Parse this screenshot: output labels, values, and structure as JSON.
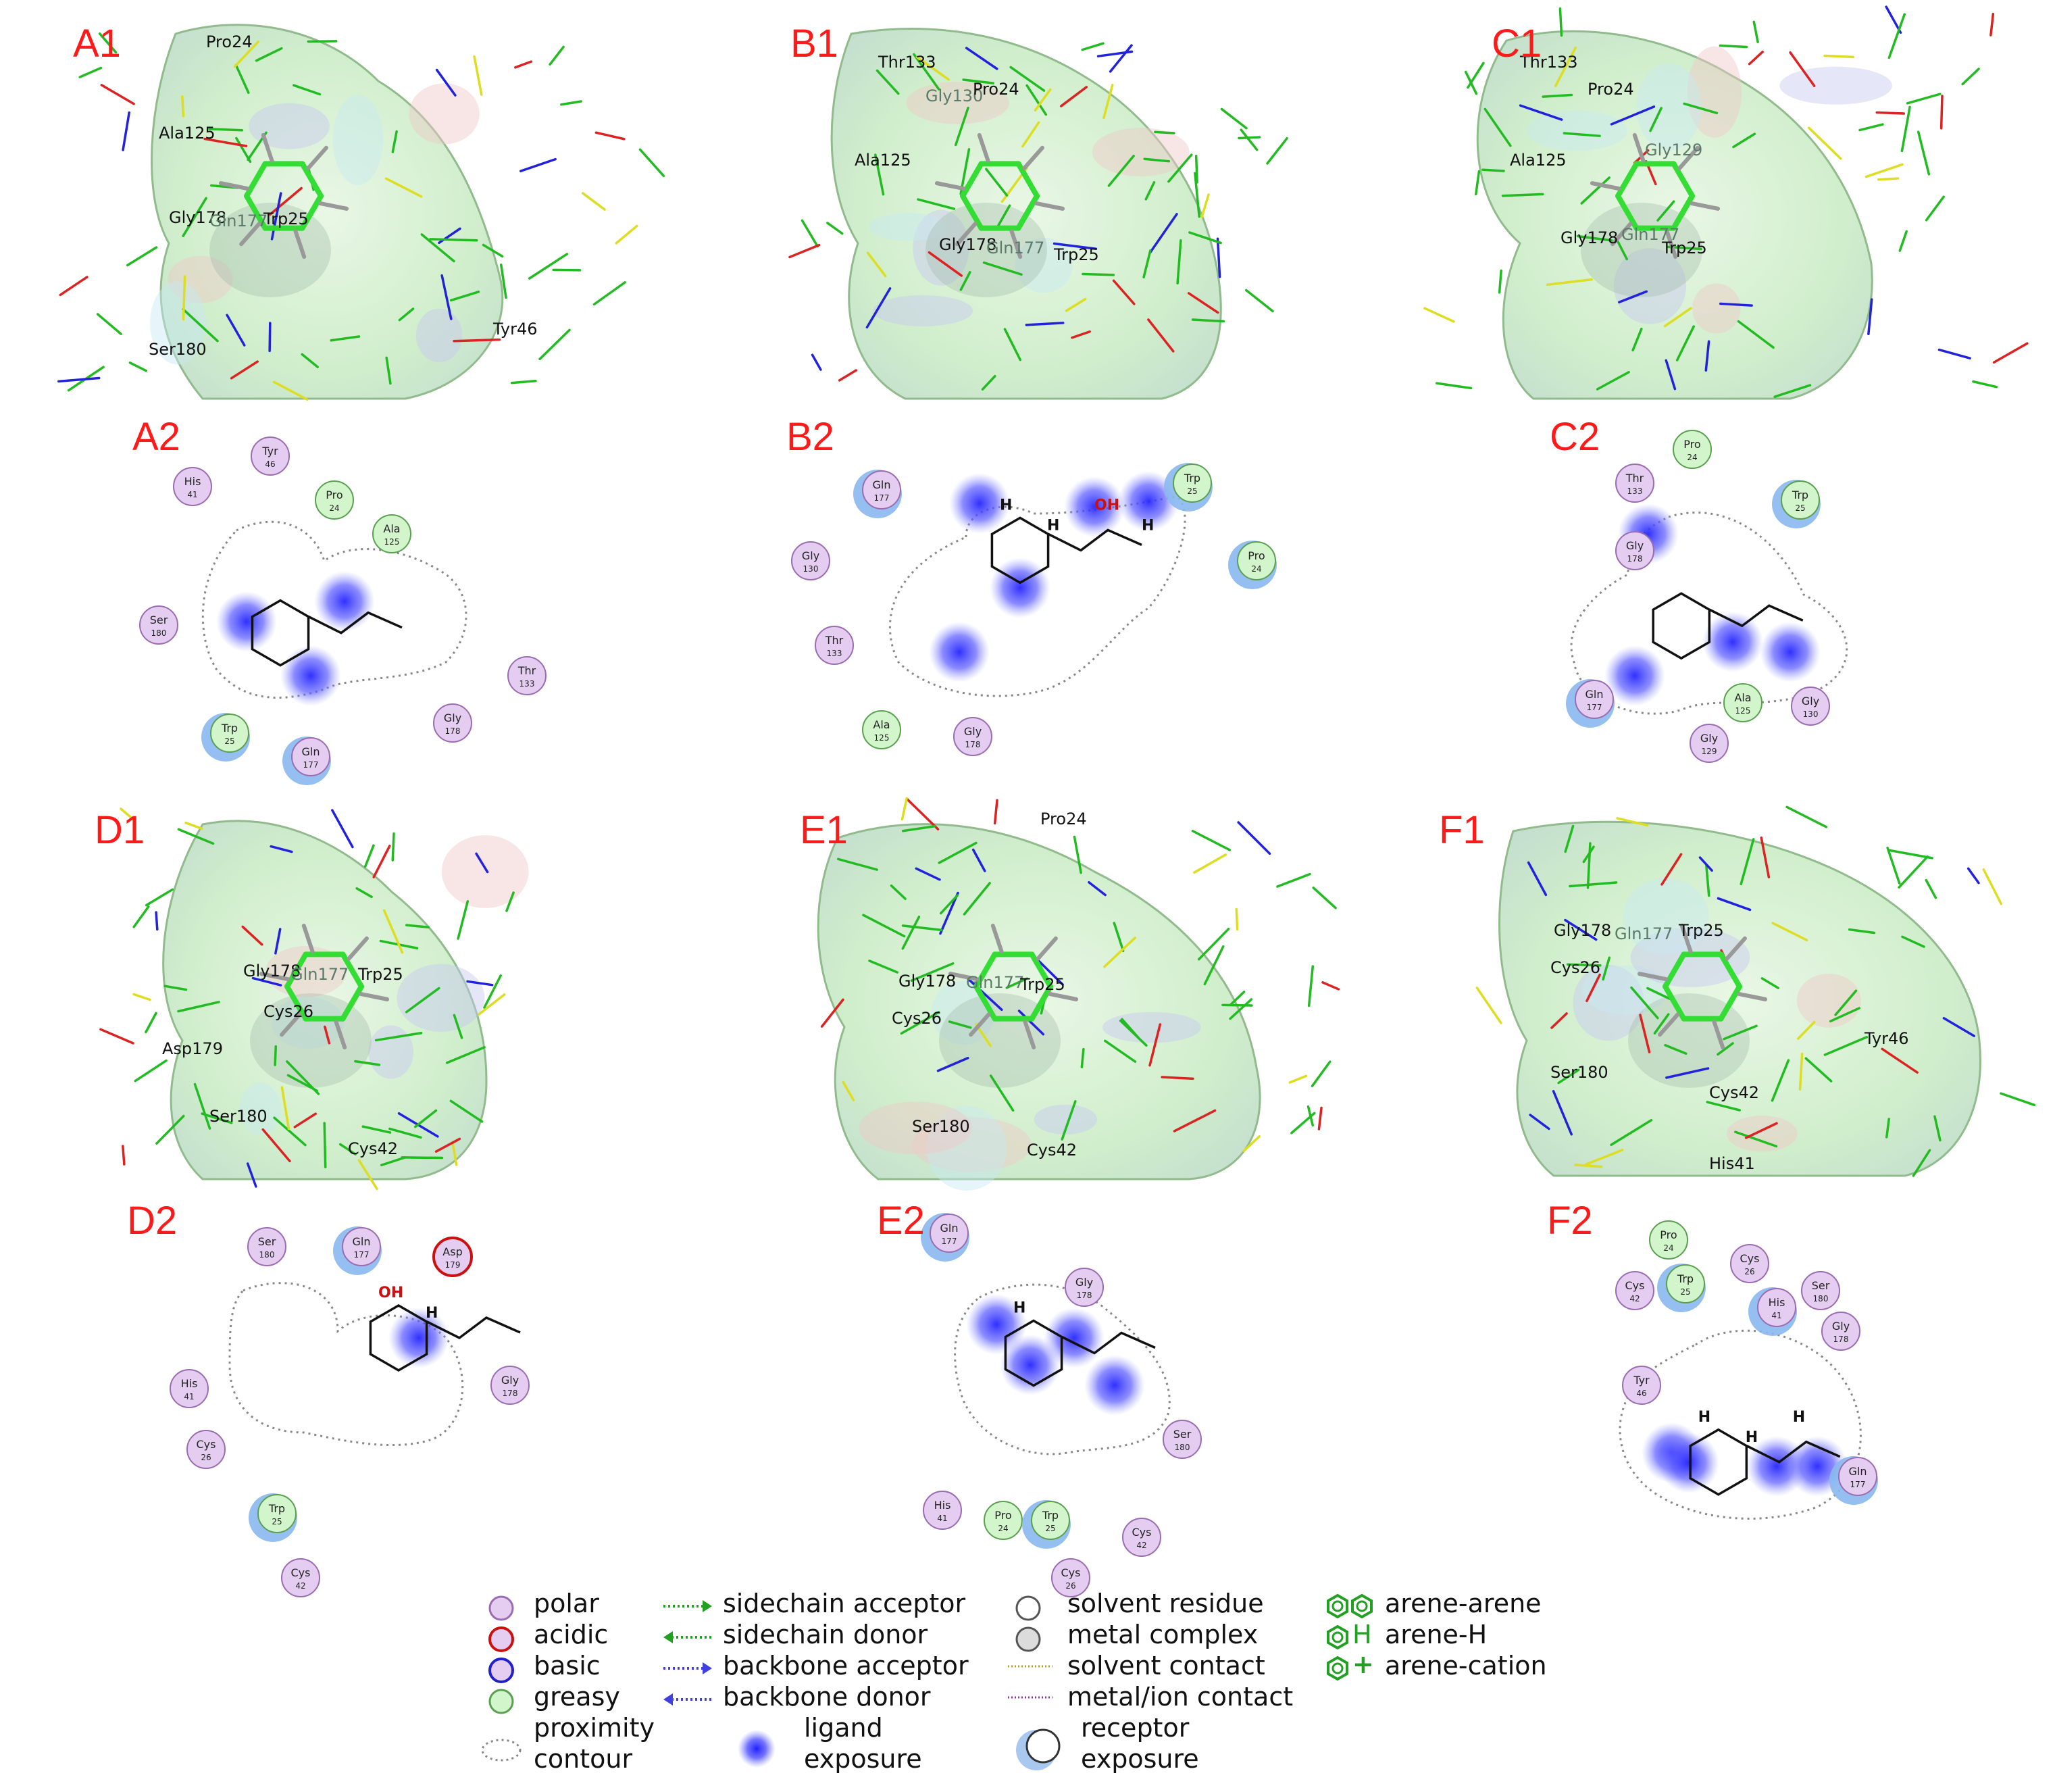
{
  "panels": [
    {
      "id": "A1",
      "type": "3d",
      "residues": [
        "Pro24",
        "Ala125",
        "Gly178",
        "Gln177",
        "Trp25",
        "Ser180",
        "Tyr46"
      ]
    },
    {
      "id": "B1",
      "type": "3d",
      "residues": [
        "Thr133",
        "Gly130",
        "Pro24",
        "Ala125",
        "Gly178",
        "Gln177",
        "Trp25"
      ]
    },
    {
      "id": "C1",
      "type": "3d",
      "residues": [
        "Thr133",
        "Pro24",
        "Ala125",
        "Gly129",
        "Gly178",
        "Gln177",
        "Trp25"
      ]
    },
    {
      "id": "D1",
      "type": "3d",
      "residues": [
        "Gly178",
        "Gln177",
        "Trp25",
        "Cys26",
        "Asp179",
        "Ser180",
        "Cys42"
      ]
    },
    {
      "id": "E1",
      "type": "3d",
      "residues": [
        "Pro24",
        "Gly178",
        "Gln177",
        "Trp25",
        "Cys26",
        "Ser180",
        "Cys42"
      ]
    },
    {
      "id": "F1",
      "type": "3d",
      "residues": [
        "Gly178",
        "Gln177",
        "Trp25",
        "Cys26",
        "Tyr46",
        "Ser180",
        "Cys42",
        "His41"
      ]
    },
    {
      "id": "A2",
      "type": "2d",
      "residues": [
        {
          "name": "Tyr",
          "num": "46",
          "kind": "polar"
        },
        {
          "name": "His",
          "num": "41",
          "kind": "polar"
        },
        {
          "name": "Pro",
          "num": "24",
          "kind": "greasy"
        },
        {
          "name": "Ala",
          "num": "125",
          "kind": "greasy"
        },
        {
          "name": "Ser",
          "num": "180",
          "kind": "polar"
        },
        {
          "name": "Thr",
          "num": "133",
          "kind": "polar"
        },
        {
          "name": "Trp",
          "num": "25",
          "kind": "greasy"
        },
        {
          "name": "Gln",
          "num": "177",
          "kind": "polar"
        },
        {
          "name": "Gly",
          "num": "178",
          "kind": "polar"
        }
      ]
    },
    {
      "id": "B2",
      "type": "2d",
      "labels": {
        "h1": "H",
        "h2": "H",
        "oh": "OH",
        "h3": "H"
      },
      "residues": [
        {
          "name": "Gln",
          "num": "177",
          "kind": "polar"
        },
        {
          "name": "Trp",
          "num": "25",
          "kind": "greasy"
        },
        {
          "name": "Gly",
          "num": "130",
          "kind": "polar"
        },
        {
          "name": "Pro",
          "num": "24",
          "kind": "greasy"
        },
        {
          "name": "Thr",
          "num": "133",
          "kind": "polar"
        },
        {
          "name": "Ala",
          "num": "125",
          "kind": "greasy"
        },
        {
          "name": "Gly",
          "num": "178",
          "kind": "polar"
        }
      ]
    },
    {
      "id": "C2",
      "type": "2d",
      "residues": [
        {
          "name": "Pro",
          "num": "24",
          "kind": "greasy"
        },
        {
          "name": "Thr",
          "num": "133",
          "kind": "polar"
        },
        {
          "name": "Trp",
          "num": "25",
          "kind": "greasy"
        },
        {
          "name": "Gly",
          "num": "178",
          "kind": "polar"
        },
        {
          "name": "Gln",
          "num": "177",
          "kind": "polar"
        },
        {
          "name": "Ala",
          "num": "125",
          "kind": "greasy"
        },
        {
          "name": "Gly",
          "num": "130",
          "kind": "polar"
        },
        {
          "name": "Gly",
          "num": "129",
          "kind": "polar"
        }
      ]
    },
    {
      "id": "D2",
      "type": "2d",
      "labels": {
        "oh": "OH",
        "h": "H"
      },
      "residues": [
        {
          "name": "Ser",
          "num": "180",
          "kind": "polar"
        },
        {
          "name": "Gln",
          "num": "177",
          "kind": "polar"
        },
        {
          "name": "Asp",
          "num": "179",
          "kind": "acidic"
        },
        {
          "name": "His",
          "num": "41",
          "kind": "polar"
        },
        {
          "name": "Gly",
          "num": "178",
          "kind": "polar"
        },
        {
          "name": "Cys",
          "num": "26",
          "kind": "polar"
        },
        {
          "name": "Trp",
          "num": "25",
          "kind": "greasy"
        },
        {
          "name": "Cys",
          "num": "42",
          "kind": "polar"
        }
      ]
    },
    {
      "id": "E2",
      "type": "2d",
      "labels": {
        "h": "H"
      },
      "residues": [
        {
          "name": "Gln",
          "num": "177",
          "kind": "polar"
        },
        {
          "name": "Gly",
          "num": "178",
          "kind": "polar"
        },
        {
          "name": "Ser",
          "num": "180",
          "kind": "polar"
        },
        {
          "name": "His",
          "num": "41",
          "kind": "polar"
        },
        {
          "name": "Pro",
          "num": "24",
          "kind": "greasy"
        },
        {
          "name": "Trp",
          "num": "25",
          "kind": "greasy"
        },
        {
          "name": "Cys",
          "num": "42",
          "kind": "polar"
        },
        {
          "name": "Cys",
          "num": "26",
          "kind": "polar"
        }
      ]
    },
    {
      "id": "F2",
      "type": "2d",
      "labels": {
        "h1": "H",
        "h2": "H",
        "h3": "H"
      },
      "residues": [
        {
          "name": "Pro",
          "num": "24",
          "kind": "greasy"
        },
        {
          "name": "Cys",
          "num": "26",
          "kind": "polar"
        },
        {
          "name": "Cys",
          "num": "42",
          "kind": "polar"
        },
        {
          "name": "Trp",
          "num": "25",
          "kind": "greasy"
        },
        {
          "name": "His",
          "num": "41",
          "kind": "polar"
        },
        {
          "name": "Ser",
          "num": "180",
          "kind": "polar"
        },
        {
          "name": "Gly",
          "num": "178",
          "kind": "polar"
        },
        {
          "name": "Tyr",
          "num": "46",
          "kind": "polar"
        },
        {
          "name": "Gln",
          "num": "177",
          "kind": "polar"
        }
      ]
    }
  ],
  "legend": {
    "polar": "polar",
    "acidic": "acidic",
    "basic": "basic",
    "greasy": "greasy",
    "proximity": "proximity",
    "contour": "contour",
    "sidechain_acceptor": "sidechain acceptor",
    "sidechain_donor": "sidechain donor",
    "backbone_acceptor": "backbone acceptor",
    "backbone_donor": "backbone donor",
    "ligand": "ligand",
    "exposure": "exposure",
    "solvent_residue": "solvent residue",
    "metal_complex": "metal complex",
    "solvent_contact": "solvent contact",
    "metal_ion_contact": "metal/ion contact",
    "receptor": "receptor",
    "exposure2": "exposure",
    "arene_arene": "arene-arene",
    "arene_h": "arene-H",
    "arene_cation": "arene-cation",
    "arene_h_glyph": "H",
    "arene_cation_glyph": "+"
  },
  "colors": {
    "label_red": "#ff1a1a",
    "polar_fill": "#e4cdf0",
    "polar_stroke": "#9a6cb0",
    "greasy_fill": "#d2f5cc",
    "greasy_stroke": "#5aa050",
    "acidic_stroke": "#cc1010",
    "basic_stroke": "#2020cc",
    "carbon_green": "#22cc22",
    "surface_green": "#c9ecc4",
    "exposure_blue": "#3a3af5",
    "receptor_blue": "#8ab8ee",
    "hbond_green": "#22a022"
  }
}
